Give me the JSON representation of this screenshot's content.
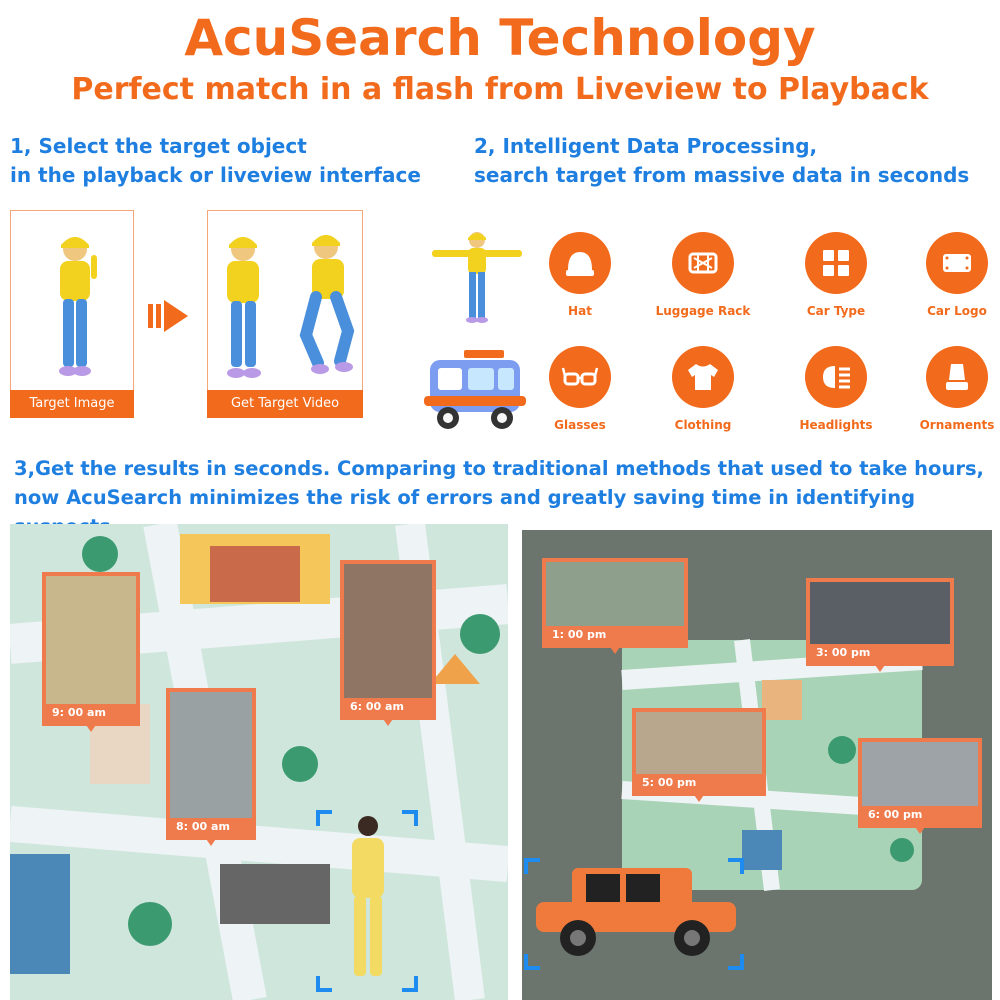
{
  "header": {
    "title": "AcuSearch Technology",
    "subtitle": "Perfect match in a flash from Liveview to Playback"
  },
  "step1": {
    "line1": "1, Select the target object",
    "line2": "in the playback or liveview interface",
    "target_image_label": "Target Image",
    "target_video_label": "Get Target Video"
  },
  "step2": {
    "line1": "2, Intelligent Data Processing,",
    "line2": "search target from massive data in seconds",
    "features": [
      "Hat",
      "Luggage Rack",
      "Car Type",
      "Car Logo",
      "Glasses",
      "Clothing",
      "Headlights",
      "Ornaments"
    ]
  },
  "step3": {
    "line1": "3,Get the results in seconds. Comparing to traditional methods that used to take hours,",
    "line2": "now AcuSearch minimizes the risk of errors and greatly saving time in identifying suspects."
  },
  "left_map": {
    "times": [
      "9: 00 am",
      "6: 00 am",
      "8: 00 am"
    ]
  },
  "right_map": {
    "times": [
      "1: 00 pm",
      "3: 00 pm",
      "5: 00 pm",
      "6: 00 pm"
    ]
  },
  "colors": {
    "accent": "#f26a1b",
    "blue_text": "#1e7fe0",
    "snapshot_border": "#ef7a4b",
    "scan_corner": "#1d8bf0"
  }
}
